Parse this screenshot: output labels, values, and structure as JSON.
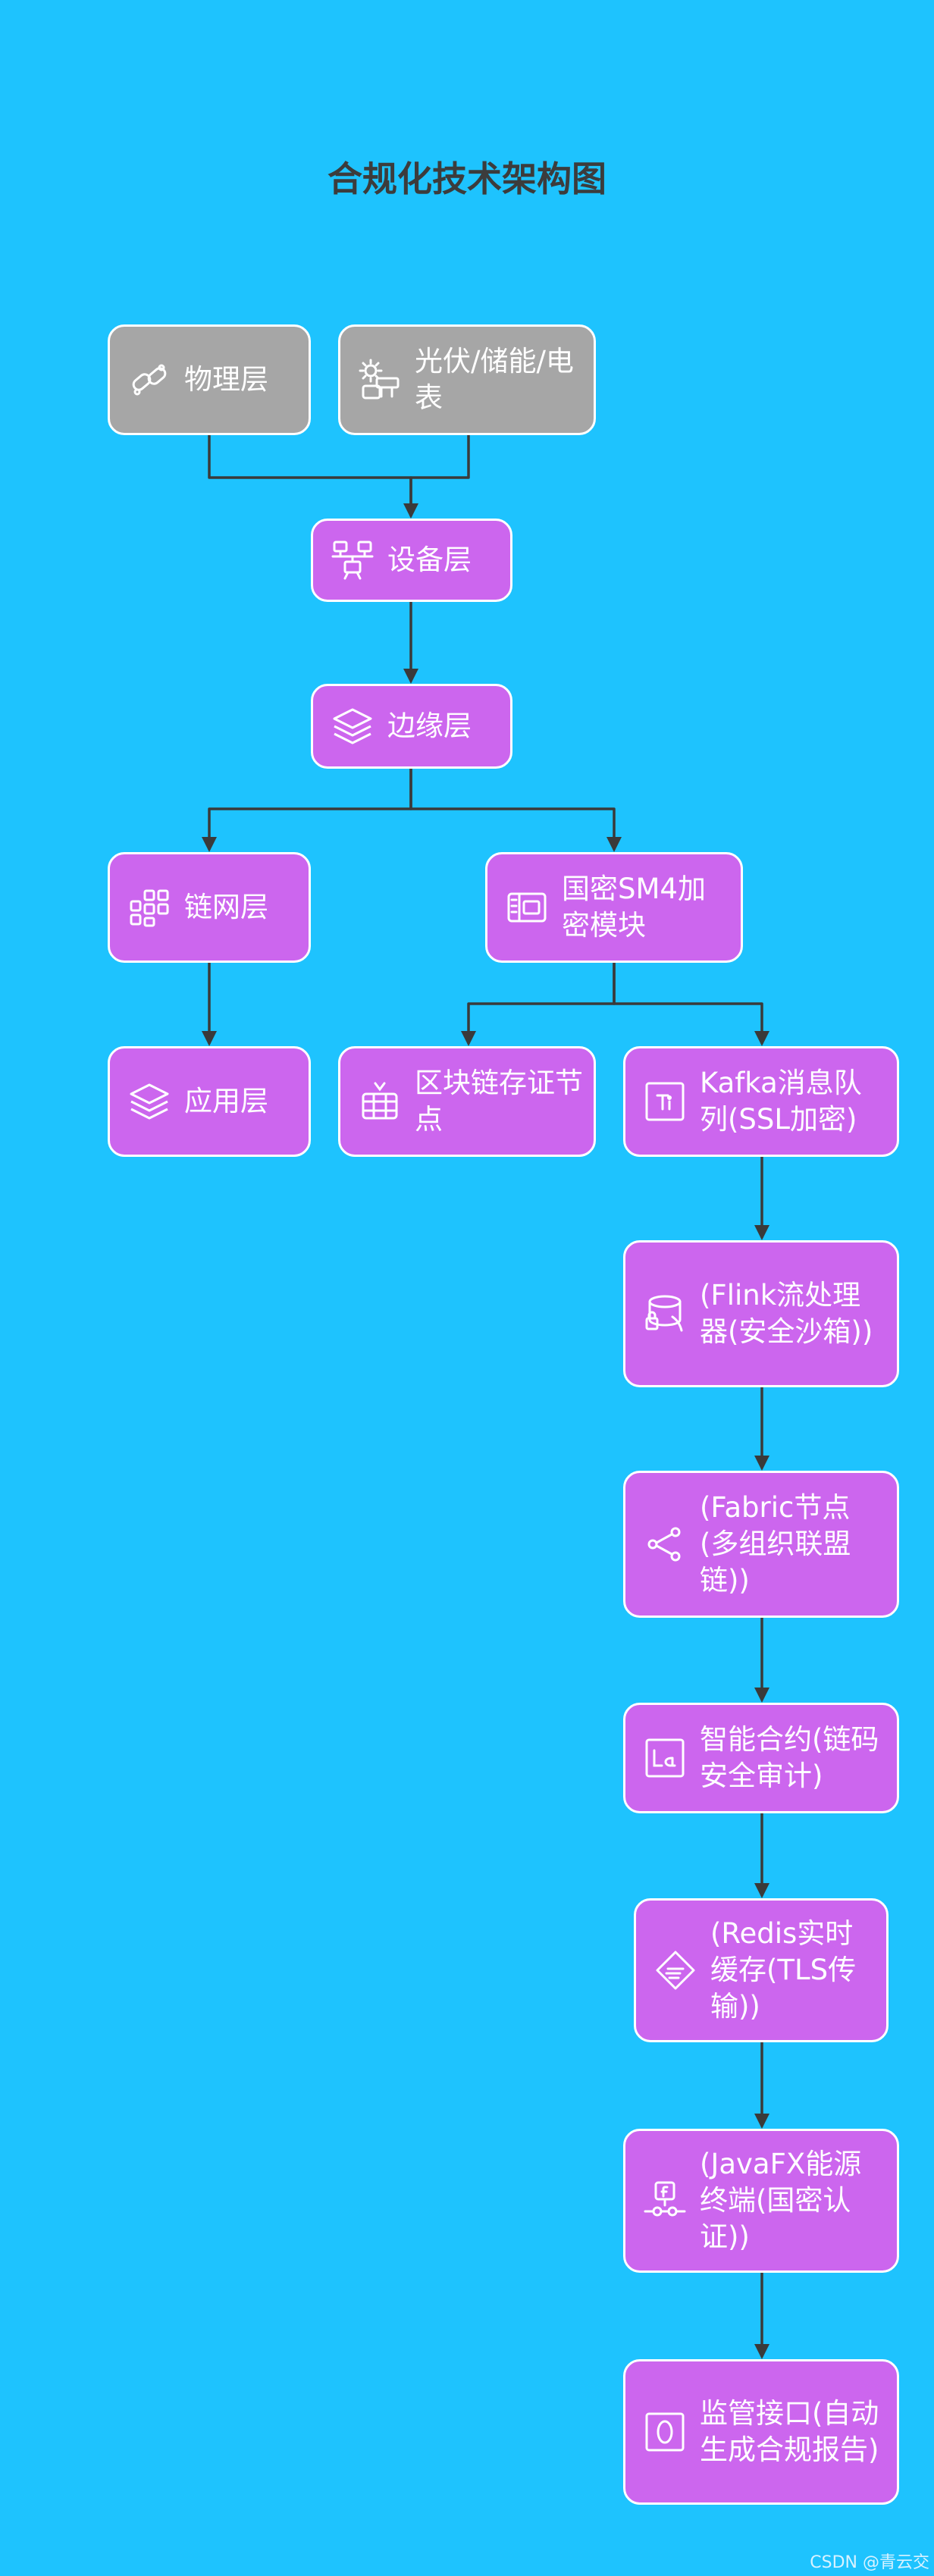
{
  "title": "合规化技术架构图",
  "nodes": {
    "physical": "物理层",
    "pv": "光伏/储能/电表",
    "device": "设备层",
    "edge": "边缘层",
    "chain": "链网层",
    "sm4": "国密SM4加密模块",
    "app": "应用层",
    "blockchain": "区块链存证节点",
    "kafka": "Kafka消息队列(SSL加密)",
    "flink": "(Flink流处理器(安全沙箱))",
    "fabric": "(Fabric节点(多组织联盟链))",
    "contract": "智能合约(链码安全审计)",
    "redis": "(Redis实时缓存(TLS传输))",
    "javafx": "(JavaFX能源终端(国密认证))",
    "monitor": "监管接口(自动生成合规报告)"
  },
  "icons": {
    "physical": "link-icon",
    "pv": "solar-storage-icon",
    "device": "network-device-icon",
    "edge": "layers-icon",
    "chain": "grid-nodes-icon",
    "sm4": "encryption-module-icon",
    "app": "layers-icon",
    "blockchain": "blockchain-icon",
    "kafka": "queue-icon",
    "flink": "stream-processor-icon",
    "fabric": "share-node-icon",
    "contract": "contract-icon",
    "redis": "cache-icon",
    "javafx": "terminal-icon",
    "monitor": "monitor-api-icon"
  },
  "colors": {
    "background": "#1ec3fe",
    "node": "#cc66ee",
    "source_node": "#a6a6a6",
    "edge": "#3a3a3a",
    "title": "#3c3c3c"
  },
  "footer": "CSDN @青云交"
}
